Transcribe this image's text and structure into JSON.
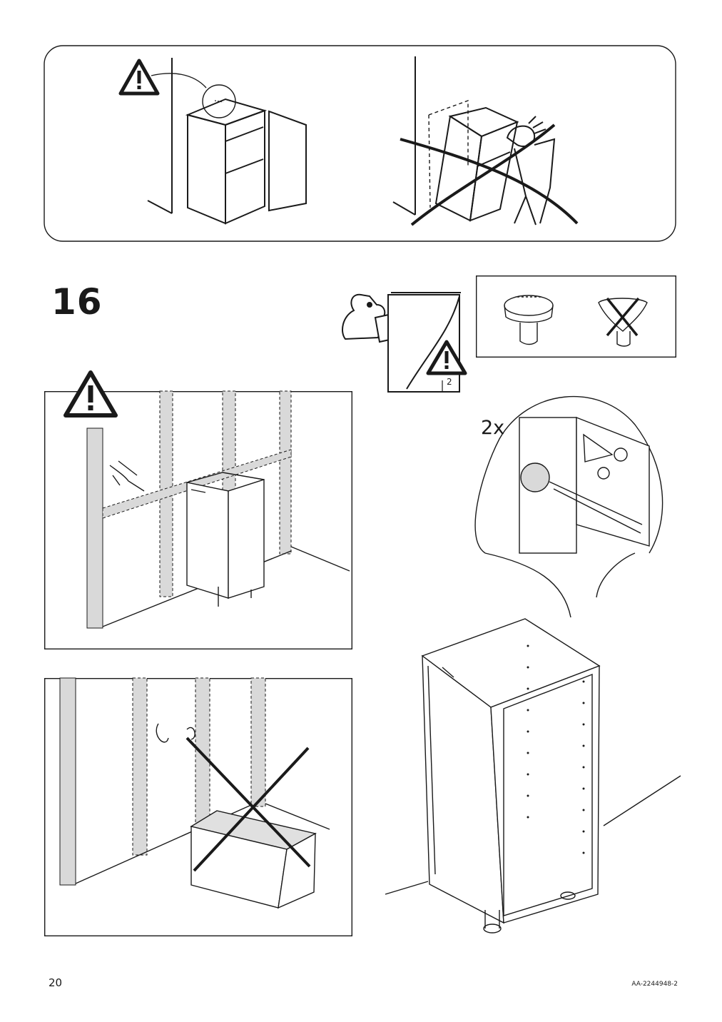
{
  "step": {
    "number": "16"
  },
  "detail": {
    "quantity": "2x"
  },
  "booklet": {
    "page_ref": "2"
  },
  "footer": {
    "page_number": "20",
    "doc_code": "AA-2244948-2"
  },
  "icons": [
    "warning-triangle-icon",
    "read-manual-icon",
    "prohibited-cross-icon",
    "pointing-hand-icon"
  ]
}
